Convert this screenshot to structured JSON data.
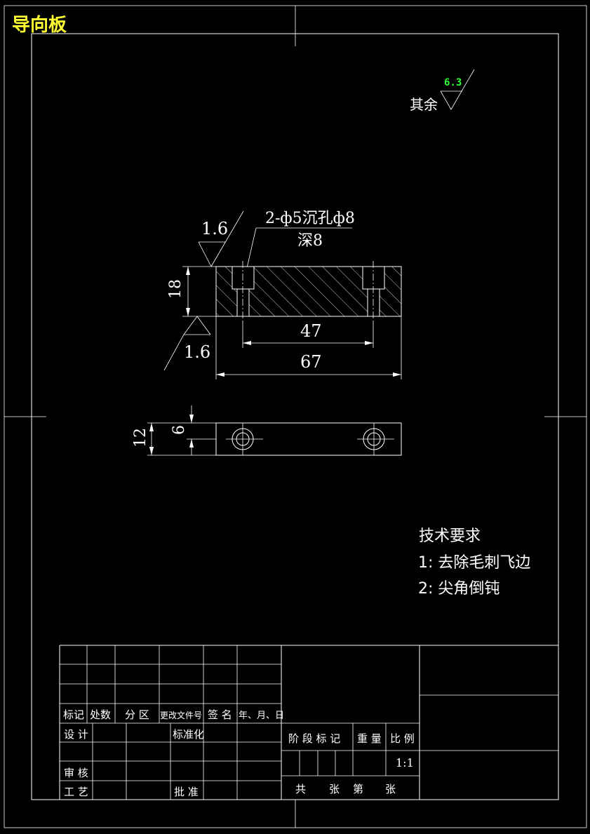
{
  "title": "导向板",
  "surface_finish": {
    "rest_label": "其余",
    "rest_value": "6.3",
    "top_value": "1.6",
    "bottom_value": "1.6"
  },
  "hole_note": {
    "line1": "2-ф5沉孔ф8",
    "line2": "深8"
  },
  "dimensions": {
    "height": "18",
    "hole_spacing": "47",
    "length": "67",
    "width": "12",
    "center_offset": "6"
  },
  "tech_requirements": {
    "heading": "技术要求",
    "items": [
      "1: 去除毛刺飞边",
      "2: 尖角倒钝"
    ]
  },
  "title_block": {
    "mark": "标记",
    "count": "处数",
    "zone": "分 区",
    "change_doc": "更改文件号",
    "signature": "签 名",
    "date": "年、月、日",
    "design": "设 计",
    "standardize": "标准化",
    "review": "审 核",
    "process": "工 艺",
    "approve": "批 准",
    "stage_mark": "阶 段 标 记",
    "weight": "重 量",
    "scale": "比 例",
    "scale_value": "1:1",
    "total": "共",
    "sheets": "张",
    "page": "第",
    "sheet": "张"
  }
}
